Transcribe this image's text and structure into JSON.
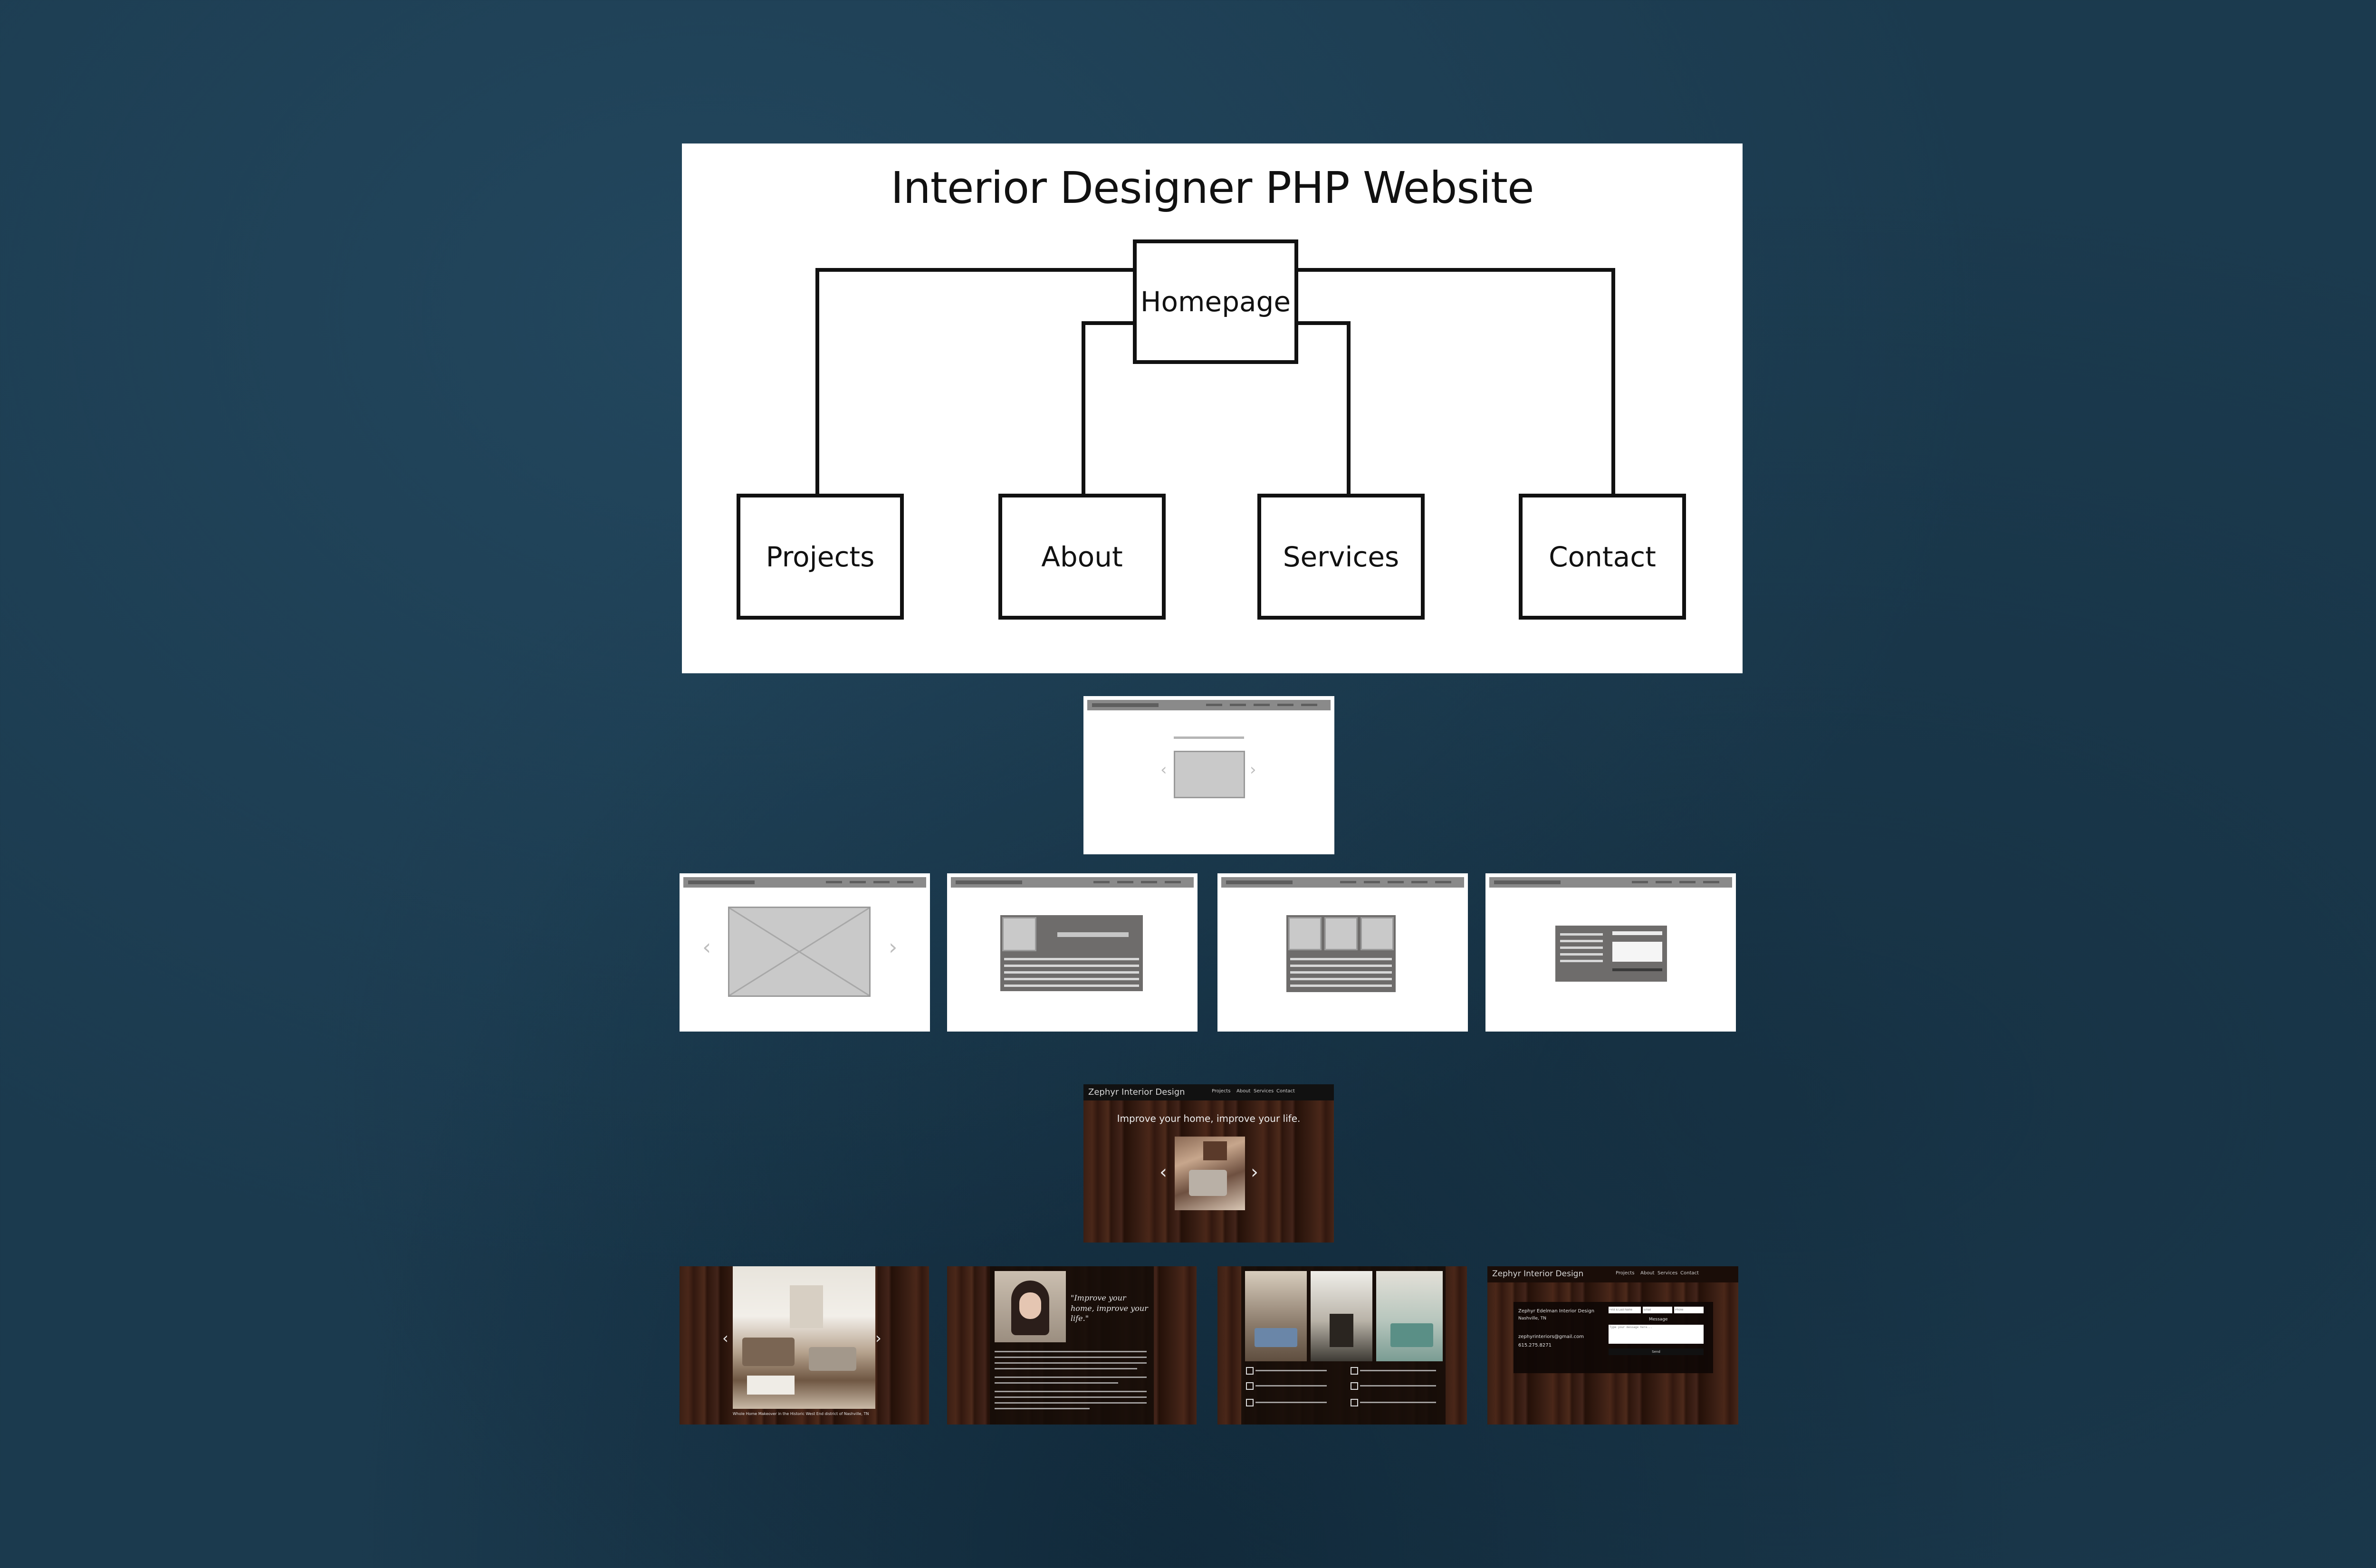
{
  "diagram": {
    "title": "Interior Designer PHP Website",
    "root": "Homepage",
    "children": [
      "Projects",
      "About",
      "Services",
      "Contact"
    ]
  },
  "site": {
    "brand": "Zephyr Interior Design",
    "nav": [
      "Projects",
      "About",
      "Services",
      "Contact"
    ],
    "home_tagline": "Improve your home, improve your life.",
    "about_quote": "\"Improve your home, improve your life.\"",
    "projects_caption": "Whole Home Makeover in the Historic West End district of Nashville, TN",
    "contact_name": "Zephyr Edelman Interior Design",
    "contact_city": "Nashville, TN",
    "contact_email": "zephyrinteriors@gmail.com",
    "contact_phone": "615.275.8271",
    "contact_message_label": "Message",
    "contact_send_label": "Send",
    "contact_name_placeholder": "First & Last Name",
    "contact_email_placeholder": "Email",
    "contact_phone_placeholder": "Phone",
    "contact_message_placeholder": "Type your message here...",
    "arrow_left": "‹",
    "arrow_right": "›"
  },
  "colors": {
    "background": "#1b3a4e",
    "panel": "#ffffff",
    "wireframe_gray": "#6e6c6b",
    "wood": "#3a1d12"
  },
  "icons": [
    "chevron-left-icon",
    "chevron-right-icon"
  ]
}
